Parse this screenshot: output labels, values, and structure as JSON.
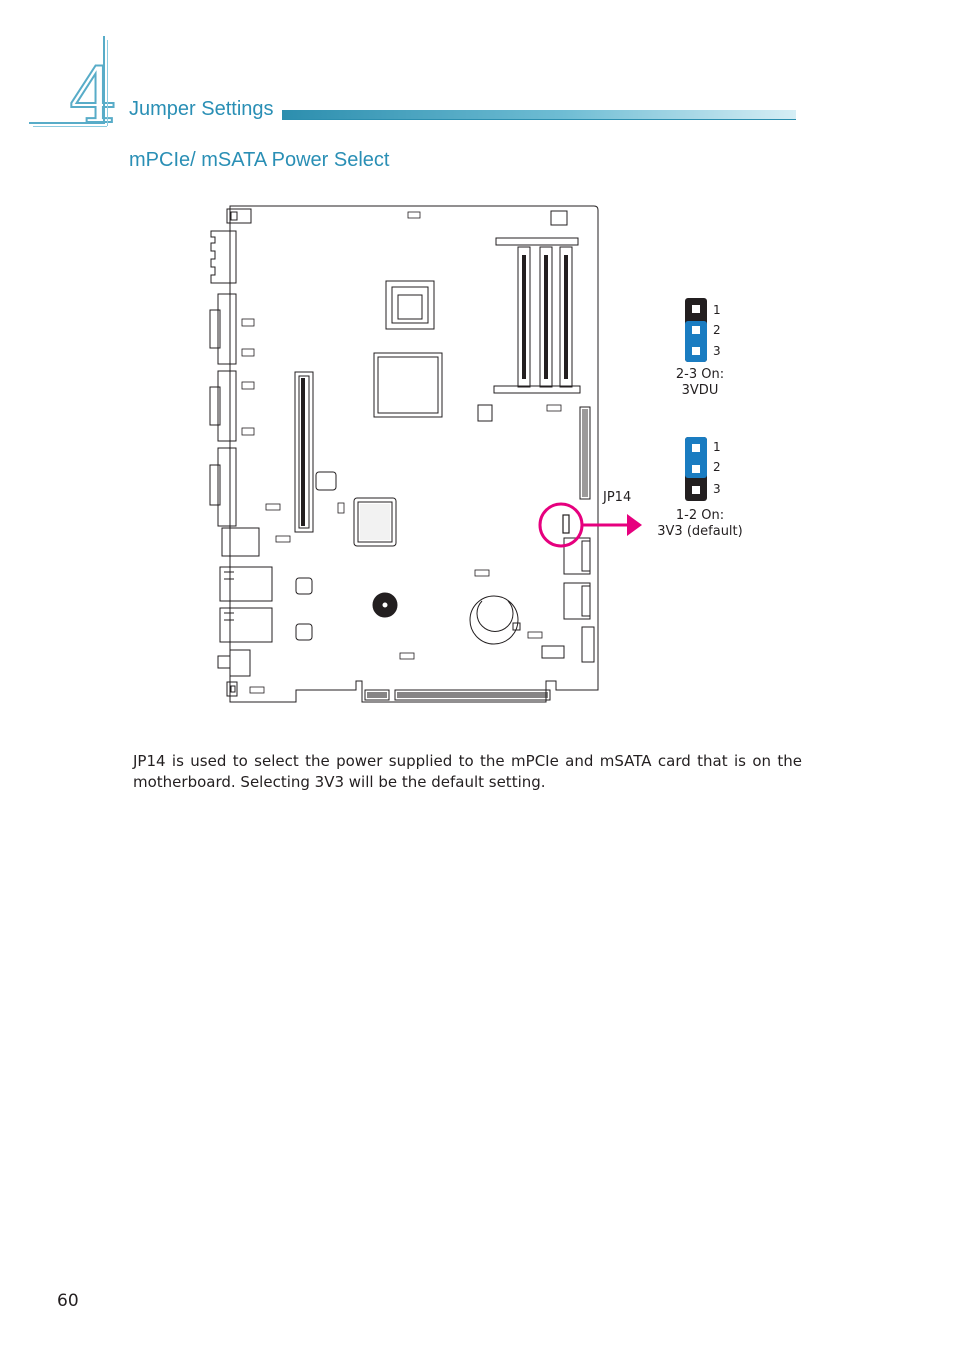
{
  "chapter": {
    "number": "4"
  },
  "header": {
    "section_title": "Jumper Settings"
  },
  "subsection": {
    "title": "mPCIe/ mSATA Power Select"
  },
  "diagram": {
    "connector_label": "JP14",
    "setting_a": {
      "pins": [
        "1",
        "2",
        "3"
      ],
      "caption_line1": "2-3 On:",
      "caption_line2": "3VDU"
    },
    "setting_b": {
      "pins": [
        "1",
        "2",
        "3"
      ],
      "caption_line1": "1-2 On:",
      "caption_line2": "3V3 (default)"
    },
    "colors": {
      "highlight": "#e6007e",
      "jumper_blue": "#1a7cc1",
      "pin_black": "#231f20"
    }
  },
  "body": {
    "paragraph": "JP14 is used to select the power supplied to the mPCIe and mSATA card that is on the motherboard. Selecting 3V3 will be the default setting."
  },
  "footer": {
    "page_number": "60"
  }
}
